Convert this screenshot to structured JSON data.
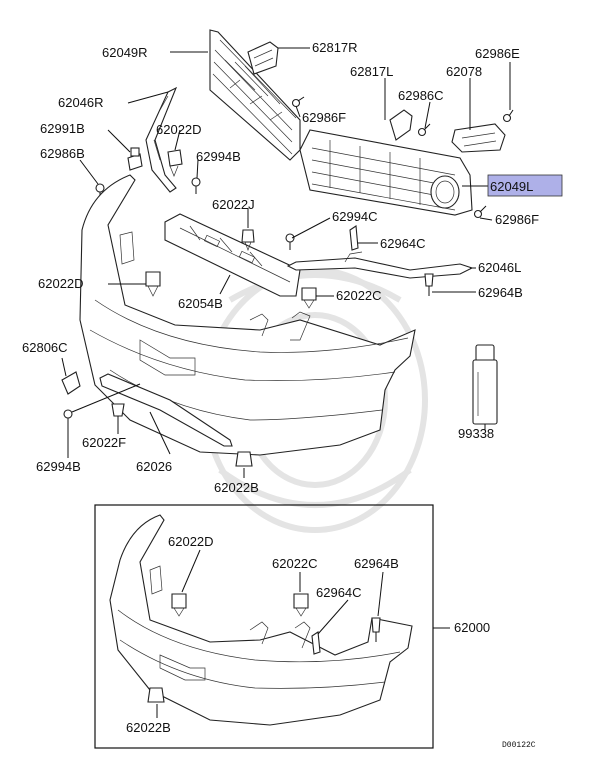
{
  "diagram": {
    "highlight_color": "#aeb0e8",
    "labels": {
      "l62049R": "62049R",
      "l62817R": "62817R",
      "l62986E": "62986E",
      "l62817L": "62817L",
      "l62078": "62078",
      "l62046R": "62046R",
      "l62986C_top": "62986C",
      "l62991B": "62991B",
      "l62022D_top": "62022D",
      "l62986F_top": "62986F",
      "l62986B": "62986B",
      "l62994B_top": "62994B",
      "l62049L": "62049L",
      "l62986F_right": "62986F",
      "l62022J": "62022J",
      "l62994C": "62994C",
      "l62964C_mid": "62964C",
      "l62046L": "62046L",
      "l62022D_left": "62022D",
      "l62964B_mid": "62964B",
      "l62022C_mid": "62022C",
      "l62054B": "62054B",
      "l62806C": "62806C",
      "l99338": "99338",
      "l62022F": "62022F",
      "l62994B_bot": "62994B",
      "l62026": "62026",
      "l62022B_mid": "62022B",
      "l62022D_box": "62022D",
      "l62022C_box": "62022C",
      "l62964B_box": "62964B",
      "l62964C_box": "62964C",
      "l62000": "62000",
      "l62022B_box": "62022B",
      "code": "D00122C"
    }
  }
}
